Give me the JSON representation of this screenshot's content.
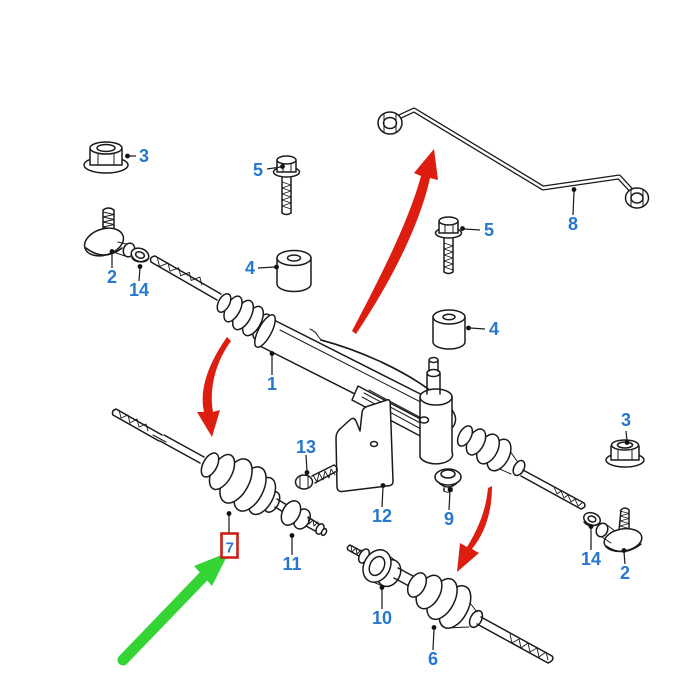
{
  "colors": {
    "background": "#ffffff",
    "line_art": "#1a1a1a",
    "callout_text": "#2677cd",
    "arrow_red": "#dc1d10",
    "arrow_green": "#35d435",
    "highlight_box": "#cc2015"
  },
  "callouts": [
    "3",
    "2",
    "14",
    "5",
    "4",
    "1",
    "8",
    "5",
    "4",
    "13",
    "12",
    "9",
    "11",
    "7",
    "10",
    "6",
    "3",
    "14",
    "2"
  ],
  "highlighted_callout": "7"
}
